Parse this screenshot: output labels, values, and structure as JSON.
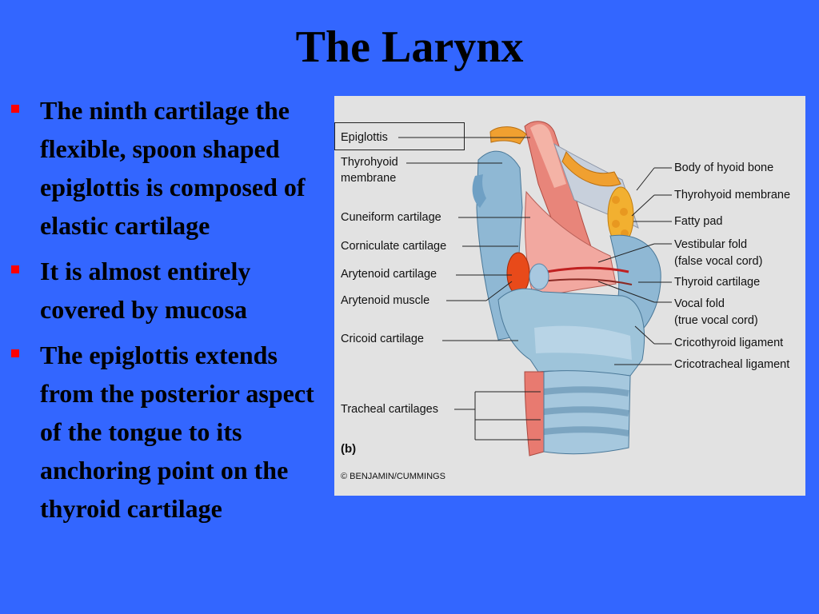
{
  "slide": {
    "title": "The Larynx",
    "bullet_color": "#ff0000",
    "background_color": "#3366ff"
  },
  "bullets": [
    {
      "text": "The ninth cartilage the flexible, spoon shaped epiglottis is composed of elastic cartilage"
    },
    {
      "text": "It is almost entirely covered by mucosa"
    },
    {
      "text": "The epiglottis extends from the posterior aspect of the tongue to its anchoring point on the thyroid cartilage"
    }
  ],
  "figure": {
    "left_labels": {
      "epiglottis": "Epiglottis",
      "thyrohyoid_membrane_1": "Thyrohyoid",
      "thyrohyoid_membrane_2": "membrane",
      "cuneiform": "Cuneiform cartilage",
      "corniculate": "Corniculate cartilage",
      "arytenoid_cartilage": "Arytenoid cartilage",
      "arytenoid_muscle": "Arytenoid muscle",
      "cricoid": "Cricoid cartilage",
      "tracheal": "Tracheal cartilages"
    },
    "right_labels": {
      "hyoid": "Body of hyoid bone",
      "thyrohyoid_membrane": "Thyrohyoid membrane",
      "fatty_pad": "Fatty pad",
      "vestibular_1": "Vestibular fold",
      "vestibular_2": "(false vocal cord)",
      "thyroid": "Thyroid cartilage",
      "vocal_1": "Vocal fold",
      "vocal_2": "(true vocal cord)",
      "cricothyroid": "Cricothyroid ligament",
      "cricotracheal": "Cricotracheal ligament"
    },
    "panel_letter": "(b)",
    "copyright": "© BENJAMIN/CUMMINGS"
  }
}
